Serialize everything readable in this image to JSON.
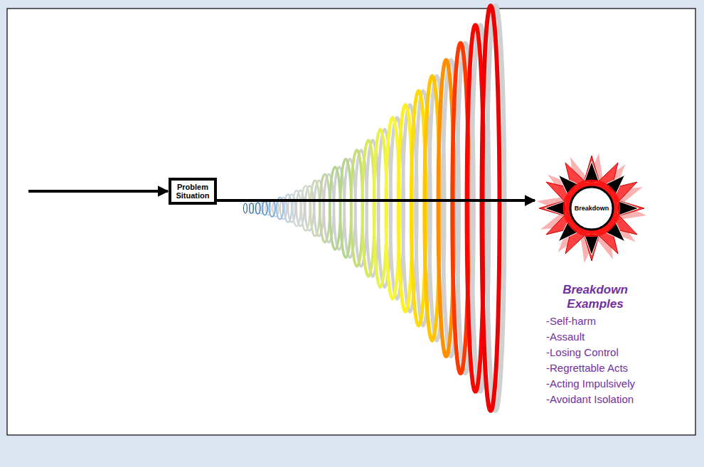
{
  "diagram": {
    "nodes": [
      {
        "text": [
          "Problem Situation"
        ]
      },
      {
        "text": [
          "Breakdown"
        ]
      }
    ],
    "edges": [
      {
        "from": 0,
        "to": 1,
        "arrow": "to"
      }
    ],
    "labels": [
      "Breakdown Examples",
      "-Self-harm",
      "-Assault",
      "-Losing Control",
      "-Regrettable Acts",
      "-Acting Impulsively",
      "-Avoidant Isolation"
    ]
  }
}
